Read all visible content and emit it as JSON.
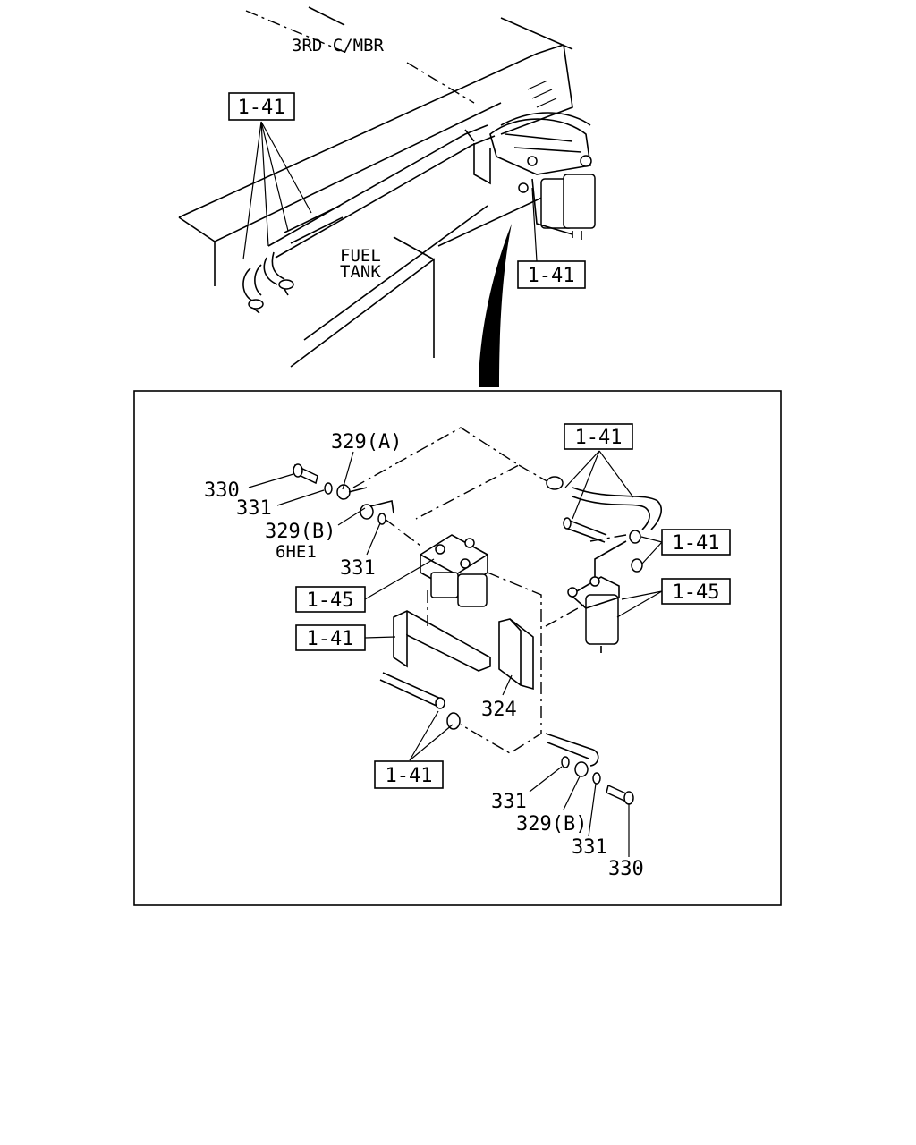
{
  "overview": {
    "member_label": "3RD C/MBR",
    "tank_label_line1": "FUEL",
    "tank_label_line2": "TANK",
    "ref_hoses": "1-41",
    "ref_filter": "1-41"
  },
  "detail": {
    "ref_top_hose": "1-41",
    "ref_right_hose": "1-41",
    "ref_right_filter": "1-45",
    "ref_left_filter": "1-45",
    "ref_bracket": "1-41",
    "ref_bottom_pipe": "1-41",
    "part_330_top": "330",
    "part_331_top_a": "331",
    "part_329A": "329(A)",
    "part_329B_top": "329(B)",
    "engine_note": "6HE1",
    "part_331_top_b": "331",
    "part_324": "324",
    "part_331_bot_a": "331",
    "part_329B_bot": "329(B)",
    "part_331_bot_b": "331",
    "part_330_bot": "330"
  }
}
